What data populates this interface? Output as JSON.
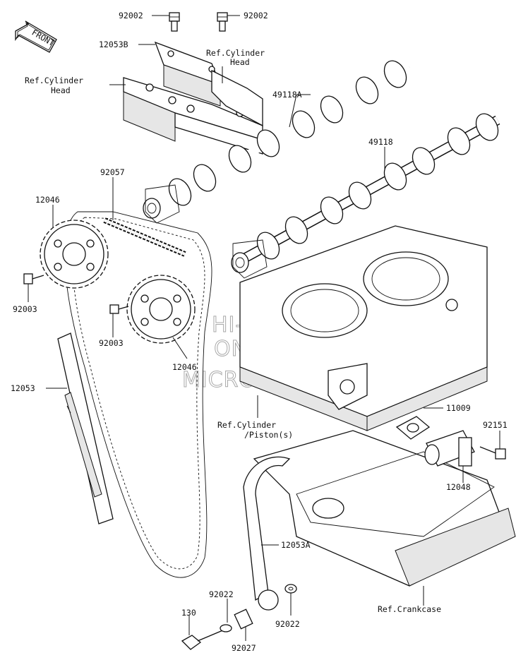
{
  "labels": {
    "p92002_left": "92002",
    "p92002_right": "92002",
    "p12053B": "12053B",
    "ref_cyl_head_1_l1": "Ref.Cylinder",
    "ref_cyl_head_1_l2": "Head",
    "ref_cyl_head_2_l1": "Ref.Cylinder",
    "ref_cyl_head_2_l2": "Head",
    "p49118A": "49118A",
    "p49118": "49118",
    "p92057": "92057",
    "p12046_top": "12046",
    "p92003_left": "92003",
    "p92003_mid": "92003",
    "p12046_bottom": "12046",
    "p12053": "12053",
    "p11009": "11009",
    "p92151": "92151",
    "ref_cyl_piston_l1": "Ref.Cylinder",
    "ref_cyl_piston_l2": "/Piston(s)",
    "p12048": "12048",
    "p12053A": "12053A",
    "p92022_left": "92022",
    "p92022_right": "92022",
    "p130": "130",
    "p92027": "92027",
    "ref_crankcase": "Ref.Crankcase"
  },
  "front_badge": "FRONT",
  "watermark": {
    "line1": "HI-SMS",
    "line2": "ONLINE",
    "line3": "MICROFICHE"
  }
}
